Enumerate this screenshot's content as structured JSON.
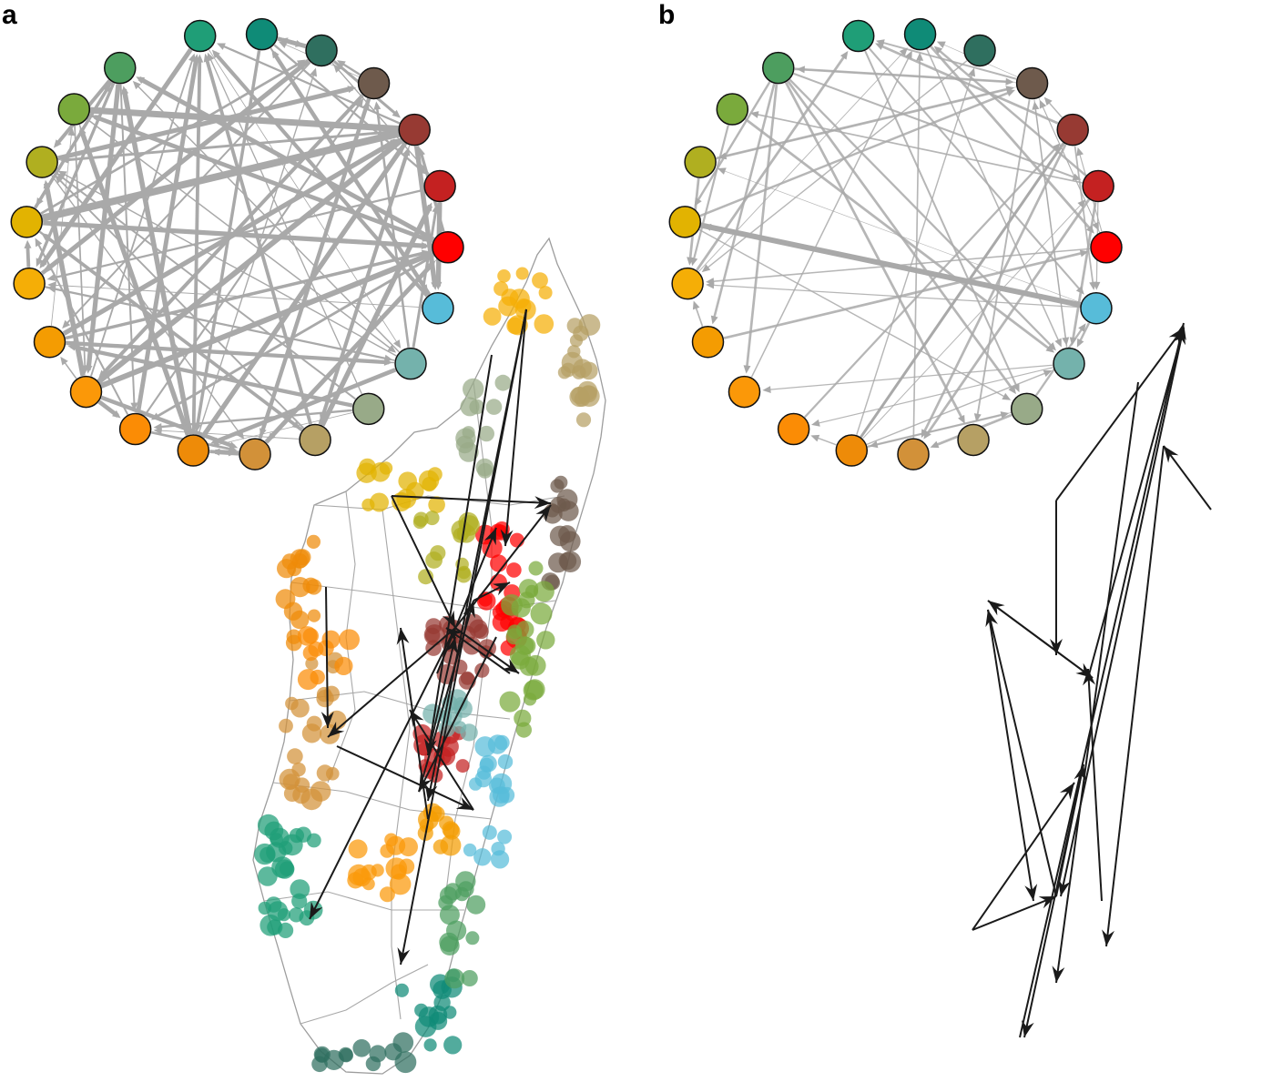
{
  "panels": [
    {
      "id": "a",
      "label": "a"
    },
    {
      "id": "b",
      "label": "b"
    }
  ],
  "nodes": [
    {
      "id": 0,
      "color": "#1f9e77"
    },
    {
      "id": 1,
      "color": "#0f8b77"
    },
    {
      "id": 2,
      "color": "#2f6f5f"
    },
    {
      "id": 3,
      "color": "#6e5a4c"
    },
    {
      "id": 4,
      "color": "#973a33"
    },
    {
      "id": 5,
      "color": "#c42121"
    },
    {
      "id": 6,
      "color": "#ff0000"
    },
    {
      "id": 7,
      "color": "#57bcd9"
    },
    {
      "id": 8,
      "color": "#74b2ac"
    },
    {
      "id": 9,
      "color": "#98aa88"
    },
    {
      "id": 10,
      "color": "#b6a064"
    },
    {
      "id": 11,
      "color": "#d29139"
    },
    {
      "id": 12,
      "color": "#ee8b08"
    },
    {
      "id": 13,
      "color": "#fb8c05"
    },
    {
      "id": 14,
      "color": "#fb9808"
    },
    {
      "id": 15,
      "color": "#f49c02"
    },
    {
      "id": 16,
      "color": "#f5ae06"
    },
    {
      "id": 17,
      "color": "#e2b301"
    },
    {
      "id": 18,
      "color": "#b0af20"
    },
    {
      "id": 19,
      "color": "#7aaa3c"
    },
    {
      "id": 20,
      "color": "#4d9e5f"
    }
  ]
}
